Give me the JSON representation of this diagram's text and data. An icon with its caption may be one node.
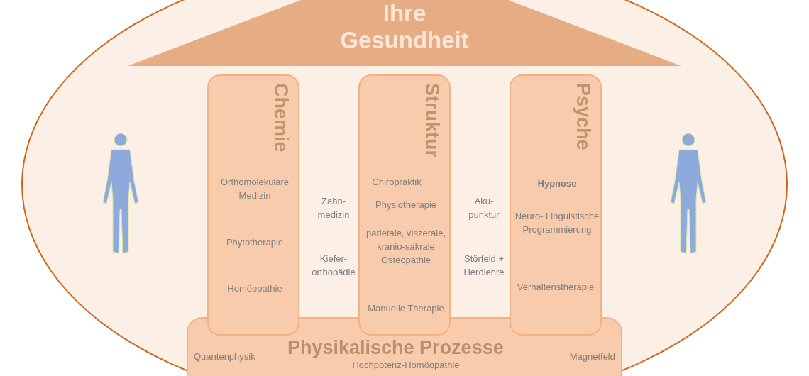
{
  "diagram": {
    "nodes": [
      {
        "text": [
          "Ihre Gesundheit"
        ]
      },
      {
        "text": [
          "Chemie",
          "Orthomolekulare Medizin",
          "Phytotherapie",
          "Homöopathie"
        ]
      },
      {
        "text": [
          "Struktur",
          "Chiropraktik",
          "Physiotherapie",
          "parietale, viszerale, kranio-sakrale Osteopathie",
          "Manuelle Therapie"
        ]
      },
      {
        "text": [
          "Psyche",
          "**Hypnose**",
          "Neuro- Linguistische Programmierung",
          "Verhaltenstherapie"
        ]
      },
      {
        "text": [
          "Physikalische Prozesse",
          "Quantenphysik",
          "Magnetfeld",
          "Hochpotenz-Homöopathie"
        ]
      }
    ],
    "edges": [],
    "labels": [
      "Zahn- medizin",
      "Aku- punktur",
      "Kiefer- orthopädie",
      "Störfeld + Herdlehre"
    ]
  }
}
